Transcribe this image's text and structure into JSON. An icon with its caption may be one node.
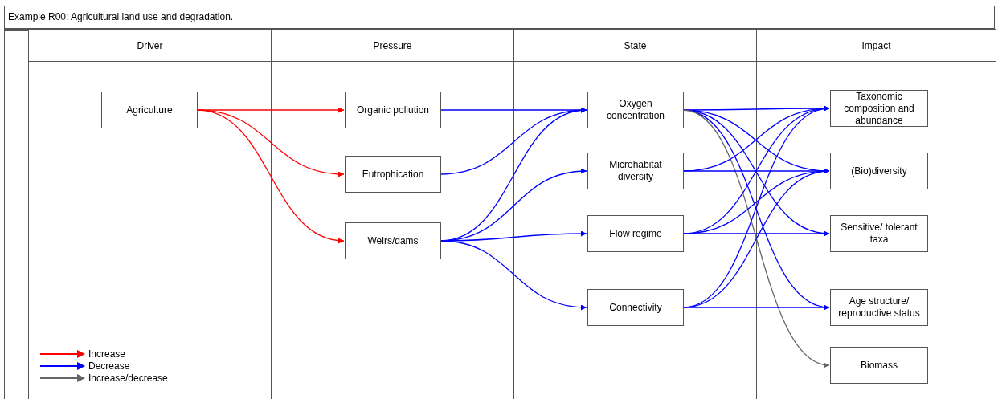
{
  "diagram": {
    "title": "Example R00: Agricultural land use and degradation.",
    "nodes": [
      {
        "text": [
          "Driver"
        ]
      },
      {
        "text": [
          "Agriculture"
        ],
        "in": 0
      },
      {
        "text": [
          "Pressure"
        ]
      },
      {
        "text": [
          "Organic pollution"
        ],
        "in": 2
      },
      {
        "text": [
          "Eutrophication"
        ],
        "in": 2
      },
      {
        "text": [
          "Weirs/dams"
        ],
        "in": 2
      },
      {
        "text": [
          "State"
        ]
      },
      {
        "text": [
          "Oxygen concentration"
        ],
        "in": 6
      },
      {
        "text": [
          "Microhabitat diversity"
        ],
        "in": 6
      },
      {
        "text": [
          "Flow regime"
        ],
        "in": 6
      },
      {
        "text": [
          "Connectivity"
        ],
        "in": 6
      },
      {
        "text": [
          "Impact"
        ]
      },
      {
        "text": [
          "Taxonomic composition and abundance"
        ],
        "in": 11
      },
      {
        "text": [
          "(Bio)diversity"
        ],
        "in": 11
      },
      {
        "text": [
          "Sensitive/ tolerant taxa"
        ],
        "in": 11
      },
      {
        "text": [
          "Age structure/ reproductive status"
        ],
        "in": 11
      },
      {
        "text": [
          "Biomass"
        ],
        "in": 11
      }
    ],
    "edges": [
      {
        "from": 1,
        "to": 3,
        "arrow": "to",
        "color": "#ff0000"
      },
      {
        "from": 1,
        "to": 4,
        "arrow": "to",
        "color": "#ff0000"
      },
      {
        "from": 1,
        "to": 5,
        "arrow": "to",
        "color": "#ff0000"
      },
      {
        "from": 3,
        "to": 7,
        "arrow": "to"
      },
      {
        "from": 4,
        "to": 7,
        "arrow": "to"
      },
      {
        "from": 5,
        "to": 7,
        "arrow": "to"
      },
      {
        "from": 5,
        "to": 8,
        "arrow": "to"
      },
      {
        "from": 5,
        "to": 9,
        "arrow": "to"
      },
      {
        "from": 5,
        "to": 10,
        "arrow": "to"
      },
      {
        "from": 7,
        "to": 12,
        "arrow": "to"
      },
      {
        "from": 7,
        "to": 13,
        "arrow": "to"
      },
      {
        "from": 7,
        "to": 14,
        "arrow": "to"
      },
      {
        "from": 7,
        "to": 15,
        "arrow": "to"
      },
      {
        "from": 7,
        "to": 16,
        "arrow": "to",
        "color": "#666666"
      },
      {
        "from": 8,
        "to": 12,
        "arrow": "to"
      },
      {
        "from": 8,
        "to": 13,
        "arrow": "to"
      },
      {
        "from": 9,
        "to": 12,
        "arrow": "to"
      },
      {
        "from": 9,
        "to": 13,
        "arrow": "to"
      },
      {
        "from": 9,
        "to": 14,
        "arrow": "to"
      },
      {
        "from": 10,
        "to": 12,
        "arrow": "to"
      },
      {
        "from": 10,
        "to": 13,
        "arrow": "to"
      },
      {
        "from": 10,
        "to": 15,
        "arrow": "to"
      }
    ],
    "legend": [
      {
        "text": "Increase",
        "color": "#ff0000"
      },
      {
        "text": "Decrease",
        "color": "#0000ff"
      },
      {
        "text": "Increase/decrease",
        "color": "#666666"
      }
    ]
  }
}
